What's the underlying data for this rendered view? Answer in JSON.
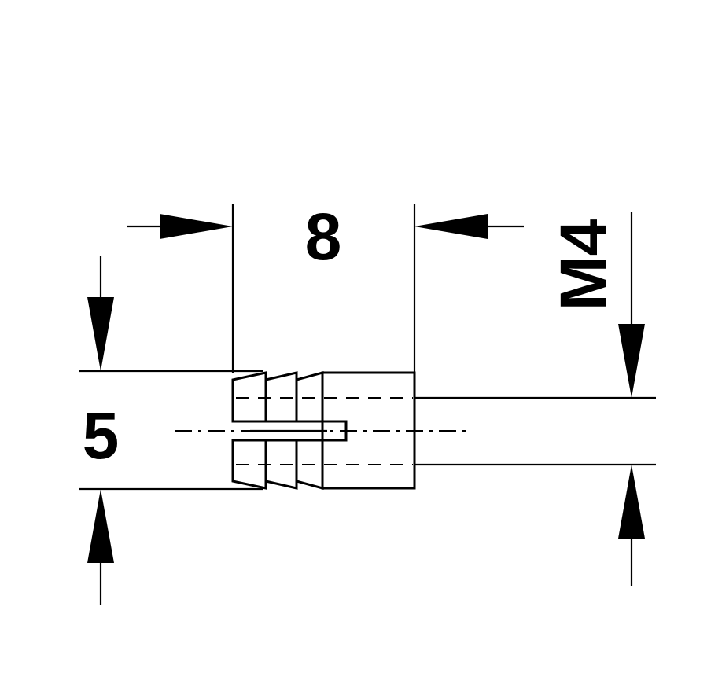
{
  "dimensions": {
    "length": "8",
    "outer_diameter": "5",
    "thread": "M4"
  },
  "colors": {
    "line": "#000000",
    "background": "#ffffff"
  }
}
